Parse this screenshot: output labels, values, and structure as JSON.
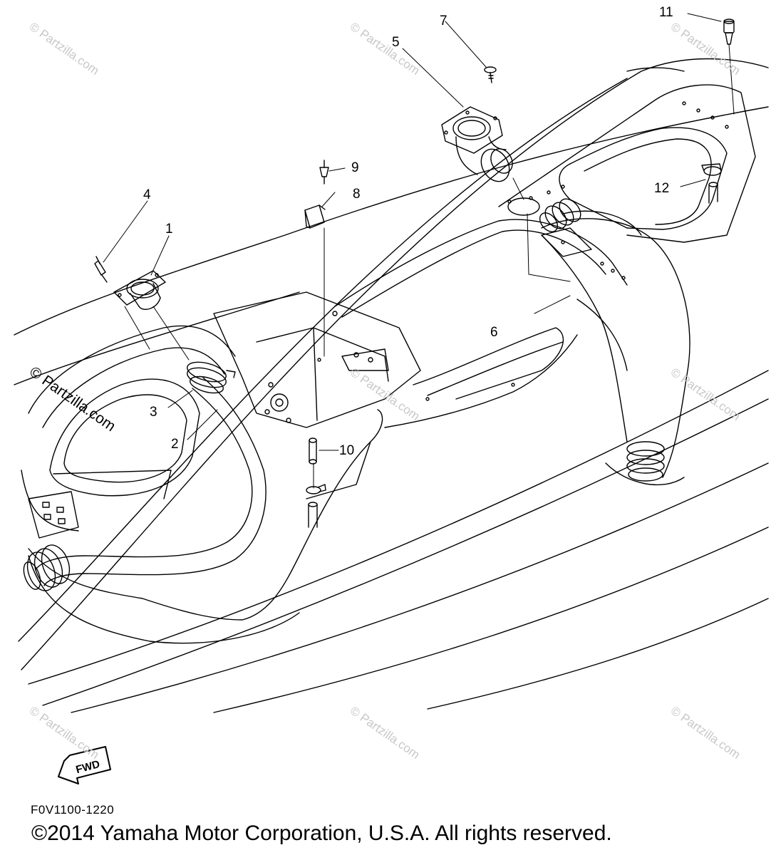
{
  "diagram": {
    "callouts": [
      "1",
      "2",
      "3",
      "4",
      "5",
      "6",
      "7",
      "8",
      "9",
      "10",
      "11",
      "12"
    ],
    "watermark_text": "© Partzilla.com",
    "fwd_label": "FWD",
    "figure_code": "F0V1100-1220",
    "copyright": "©2014 Yamaha Motor Corporation, U.S.A. All rights reserved."
  }
}
